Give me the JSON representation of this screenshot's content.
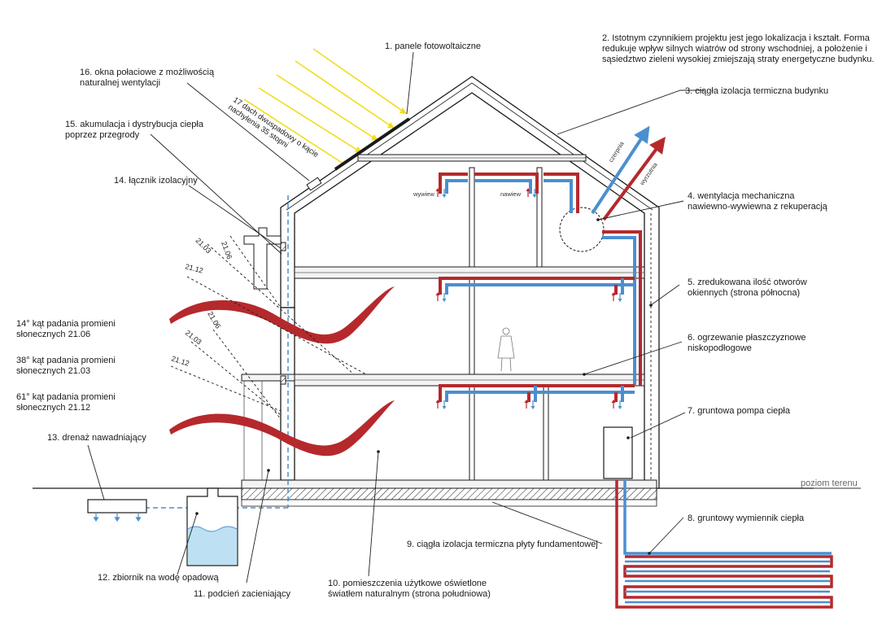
{
  "colors": {
    "red": "#b5292d",
    "blue": "#4b8fd0",
    "sun": "#f2dc1a",
    "water": "#bde0f2",
    "ink": "#1a1a1a"
  },
  "labels": {
    "l1": "1. panele fotowoltaiczne",
    "l2": [
      "2. Istotnym czynnikiem projektu jest jego lokalizacja i kształt. Forma",
      "redukuje wpływ silnych wiatrów od strony wschodniej, a położenie i",
      "sąsiedztwo zieleni wysokiej zmiejszają straty energetyczne budynku."
    ],
    "l3": "3. ciągła izolacja termiczna budynku",
    "l4": [
      "4. wentylacja mechaniczna",
      "nawiewno-wywiewna z rekuperacją"
    ],
    "l5": [
      "5. zredukowana ilość otworów",
      "okiennych (strona północna)"
    ],
    "l6": [
      "6. ogrzewanie płaszczyznowe",
      "niskopodłogowe"
    ],
    "l7": "7. gruntowa pompa ciepła",
    "l8": "8. gruntowy wymiennik ciepła",
    "l9": "9. ciągła izolacja termiczna płyty fundamentowej",
    "l10": [
      "10. pomieszczenia użytkowe oświetlone",
      "światłem naturalnym (strona południowa)"
    ],
    "l11": "11. podcień zacieniający",
    "l12": "12. zbiornik na wodę opadową",
    "l13": "13. drenaż nawadniający",
    "l14": "14. łącznik izolacyjny",
    "l15": [
      "15. akumulacja i dystrybucja ciepła",
      "poprzez przegrody"
    ],
    "l16": [
      "16. okna połaciowe z możliwością",
      "naturalnej wentylacji"
    ],
    "l17": [
      "17 dach dwuspadowy o kącie",
      "nachylenia 35 stopni"
    ],
    "angle1": [
      "14° kąt padania promieni",
      "słonecznych 21.06"
    ],
    "angle2": [
      "38° kąt padania promieni",
      "słonecznych 21.03"
    ],
    "angle3": [
      "61° kąt padania promieni",
      "słonecznych 21.12"
    ],
    "ground_level": "poziom terenu",
    "wywiew": "wywiew",
    "nawiew": "nawiew",
    "czerpnia": "czerpnia",
    "wyrzutnia": "wyrzutnia",
    "d_0621": "21.06",
    "d_0321": "21.03",
    "d_1221": "21.12"
  }
}
